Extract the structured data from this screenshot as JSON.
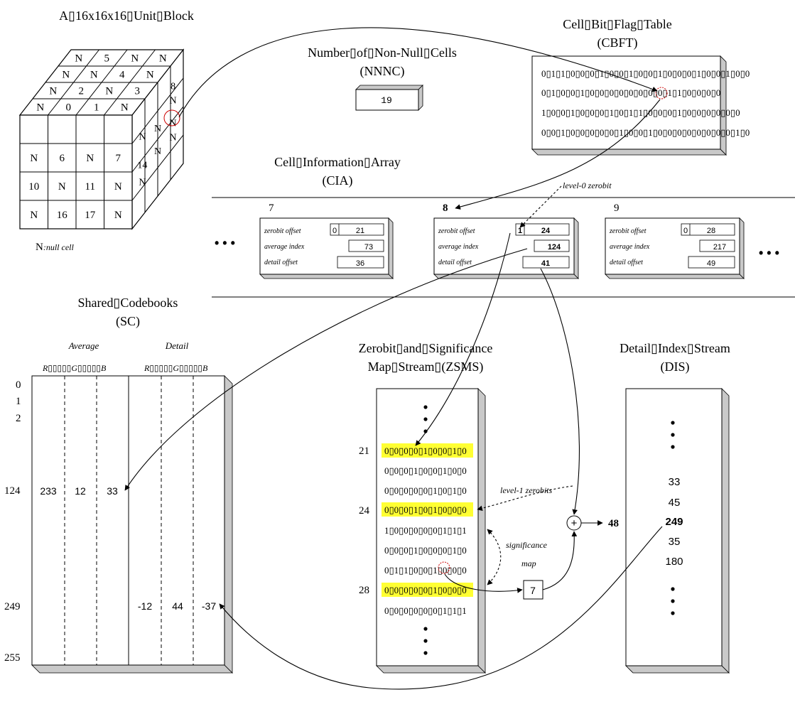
{
  "unit_block": {
    "title": "A▯16x16x16▯Unit▯Block",
    "legend_prefix": "N",
    "legend_text": ":null cell",
    "front_rows": [
      [
        "",
        "",
        "",
        ""
      ],
      [
        "N",
        "6",
        "N",
        "7"
      ],
      [
        "10",
        "N",
        "11",
        "N"
      ],
      [
        "N",
        "16",
        "17",
        "N"
      ]
    ],
    "top_rows": [
      [
        "N",
        "5",
        "N",
        "N"
      ],
      [
        "N",
        "N",
        "4",
        "N"
      ],
      [
        "N",
        "2",
        "N",
        "3"
      ],
      [
        "N",
        "0",
        "1",
        "N"
      ]
    ],
    "side_cells": [
      "8",
      "N",
      "N",
      "N",
      "N",
      "14",
      "N",
      "N",
      "N"
    ]
  },
  "nnnc": {
    "title": "Number▯of▯Non-Null▯Cells",
    "abbr": "(NNNC)",
    "value": "19"
  },
  "cbft": {
    "title": "Cell▯Bit▯Flag▯Table",
    "abbr": "(CBFT)",
    "rows": [
      "0▯1▯1▯0▯0▯0▯1▯0▯0▯1▯0▯0▯1▯0▯0▯0▯1▯0▯0▯1▯0▯0",
      "0▯1▯0▯0▯1▯0▯0▯0▯0▯0▯0▯0▯0▯1▯1▯0▯0▯0▯0",
      "1▯0▯0▯1▯0▯0▯0▯1▯0▯1▯1▯0▯0▯0▯1▯0▯0▯0▯0▯0▯0",
      "0▯0▯1▯0▯0▯0▯0▯0▯1▯0▯0▯1▯0▯0▯0▯0▯0▯0▯0▯0▯1▯0"
    ]
  },
  "cia": {
    "title": "Cell▯Information▯Array",
    "abbr": "(CIA)",
    "level0_label": "level-0 zerobit",
    "ellipsis": "• • •",
    "row_labels": [
      "zerobit offset",
      "average index",
      "detail offset"
    ],
    "cells": [
      {
        "index": "7",
        "bit": "0",
        "zerobit_offset": "21",
        "average_index": "73",
        "detail_offset": "36"
      },
      {
        "index": "8",
        "bit": "1",
        "zerobit_offset": "24",
        "average_index": "124",
        "detail_offset": "41"
      },
      {
        "index": "9",
        "bit": "0",
        "zerobit_offset": "28",
        "average_index": "217",
        "detail_offset": "49"
      }
    ]
  },
  "sc": {
    "title": "Shared▯Codebooks",
    "abbr": "(SC)",
    "average_label": "Average",
    "detail_label": "Detail",
    "rgb_label": "R▯▯▯▯▯G▯▯▯▯▯B",
    "row_labels": [
      "0",
      "1",
      "2",
      "124",
      "249",
      "255"
    ],
    "average_values": [
      "233",
      "12",
      "33"
    ],
    "detail_values": [
      "-12",
      "44",
      "-37"
    ]
  },
  "zsms": {
    "title": "Zerobit▯and▯Significance",
    "title2": "Map▯Stream▯(ZSMS)",
    "row_labels": [
      "21",
      "24",
      "28"
    ],
    "rows": [
      "0▯0▯0▯0▯1▯0▯0▯1▯0",
      "0▯0▯0▯1▯0▯0▯1▯0▯0",
      "0▯0▯0▯0▯0▯1▯0▯1▯0",
      "0▯0▯0▯1▯0▯1▯0▯0▯0",
      "1▯0▯0▯0▯0▯0▯1▯1▯1",
      "0▯0▯0▯1▯0▯0▯0▯1▯0",
      "0▯1▯1▯0▯0▯1▯0▯0▯0",
      "0▯0▯0▯0▯0▯1▯0▯0▯0",
      "0▯0▯0▯0▯0▯0▯1▯1▯1"
    ],
    "level1_label": "level-1 zerobits",
    "sigmap_label1": "significance",
    "sigmap_label2": "map",
    "count_value": "7",
    "plus_symbol": "+",
    "sum_value": "48"
  },
  "dis": {
    "title": "Detail▯Index▯Stream",
    "abbr": "(DIS)",
    "values": [
      "33",
      "45",
      "249",
      "35",
      "180"
    ]
  },
  "colors": {
    "highlight": "#ffff33",
    "marker": "#cc0000",
    "side": "#c9c9c9",
    "face": "#ffffff"
  }
}
